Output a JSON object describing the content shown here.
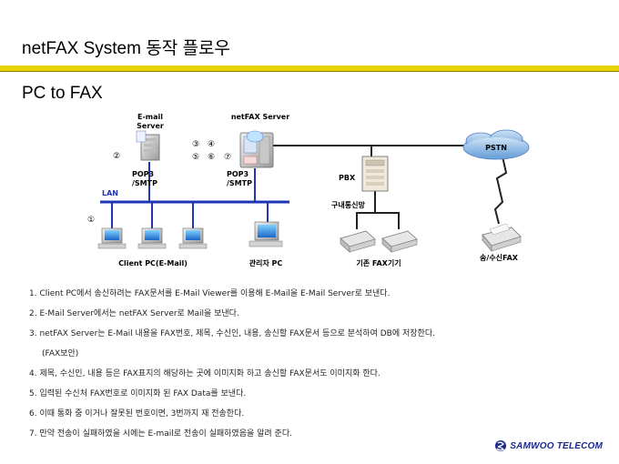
{
  "title": "netFAX System 동작 플로우",
  "subtitle": "PC to FAX",
  "diagram": {
    "email_server_label": [
      "E-mail",
      "Server"
    ],
    "netfax_server_label": "netFAX Server",
    "pop3_left": [
      "POP3",
      "/SMTP"
    ],
    "pop3_right": [
      "POP3",
      "/SMTP"
    ],
    "lan_label": "LAN",
    "pbx_label": "PBX",
    "pstn_label": "PSTN",
    "internal_line_label": "구내통신망",
    "client_pc_label": "Client PC(E-Mail)",
    "admin_pc_label": "관리자 PC",
    "existing_fax_label": "기존 FAX기기",
    "remote_fax_label": "송/수신FAX",
    "step_markers": {
      "m1": "①",
      "m2": "②",
      "m3": "③",
      "m4": "④",
      "m5": "⑤",
      "m6": "⑥",
      "m7": "⑦"
    }
  },
  "steps": [
    "1. Client PC에서 송신하려는 FAX문서를 E-Mail Viewer를 이용해 E-Mail을  E-Mail Server로  보낸다.",
    "2. E-Mail Server에서는 netFAX Server로  Mail을 보낸다.",
    "3. netFAX Server는 E-Mail 내용을 FAX번호, 제목, 수신인, 내용, 송신할 FAX문서 등으로 분석하여 DB에 저장한다.",
    "(FAX보안)",
    "4. 제목, 수신인, 내용 등은 FAX표지의 해당하는 곳에 이미지화 하고 송신할 FAX문서도 이미지화 한다.",
    "5. 입력된 수신처 FAX번호로 이미지화 된 FAX Data를 보낸다.",
    "6. 이때 통화 중 이거나 잘못된 번호이면, 3번까지 재 전송한다.",
    "7. 만약 전송이 실패하였을 시에는 E-mail로 전송이 실패하였음을 알려 준다."
  ],
  "logo": {
    "text": "SAMWOO TELECOM"
  },
  "colors": {
    "accent_rule": "#e6d200",
    "lan_blue": "#1f35b5",
    "pstn_cloud": "#6aa0d8"
  }
}
